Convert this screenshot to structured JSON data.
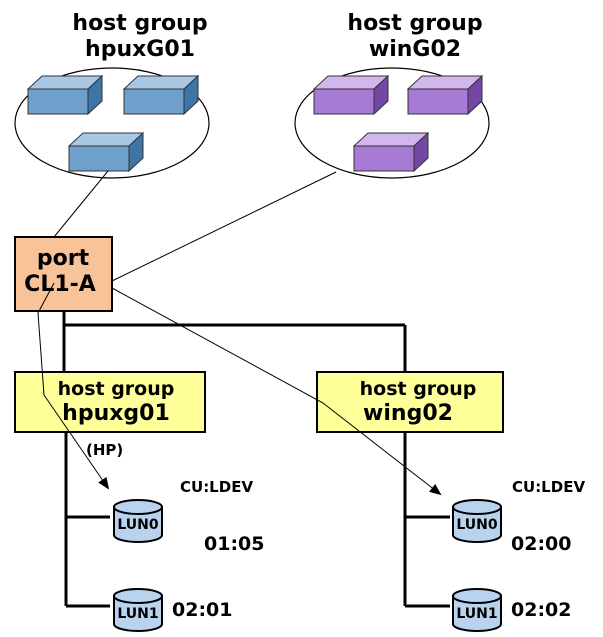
{
  "host_groups_top": [
    {
      "line1": "host group",
      "line2": "hpuxG01"
    },
    {
      "line1": "host group",
      "line2": "winG02"
    }
  ],
  "port": {
    "line1": "port",
    "line2": "CL1-A"
  },
  "host_groups_bottom": [
    {
      "line1": "host group",
      "line2": "hpuxg01"
    },
    {
      "line1": "host group",
      "line2": "wing02"
    }
  ],
  "hp_label": "(HP)",
  "cu_ldev_left": "CU:LDEV",
  "cu_ldev_right": "CU:LDEV",
  "luns_left": [
    {
      "name": "LUN0",
      "ldev": "01:05"
    },
    {
      "name": "LUN1",
      "ldev": "02:01"
    }
  ],
  "luns_right": [
    {
      "name": "LUN0",
      "ldev": "02:00"
    },
    {
      "name": "LUN1",
      "ldev": "02:02"
    }
  ],
  "colors": {
    "hpux_host_face": "#6fa0cc",
    "win_host_face": "#a77ad6",
    "port_fill": "#f9c39a",
    "host_group_fill": "#ffff99",
    "lun_fill": "#b9d3ee"
  }
}
